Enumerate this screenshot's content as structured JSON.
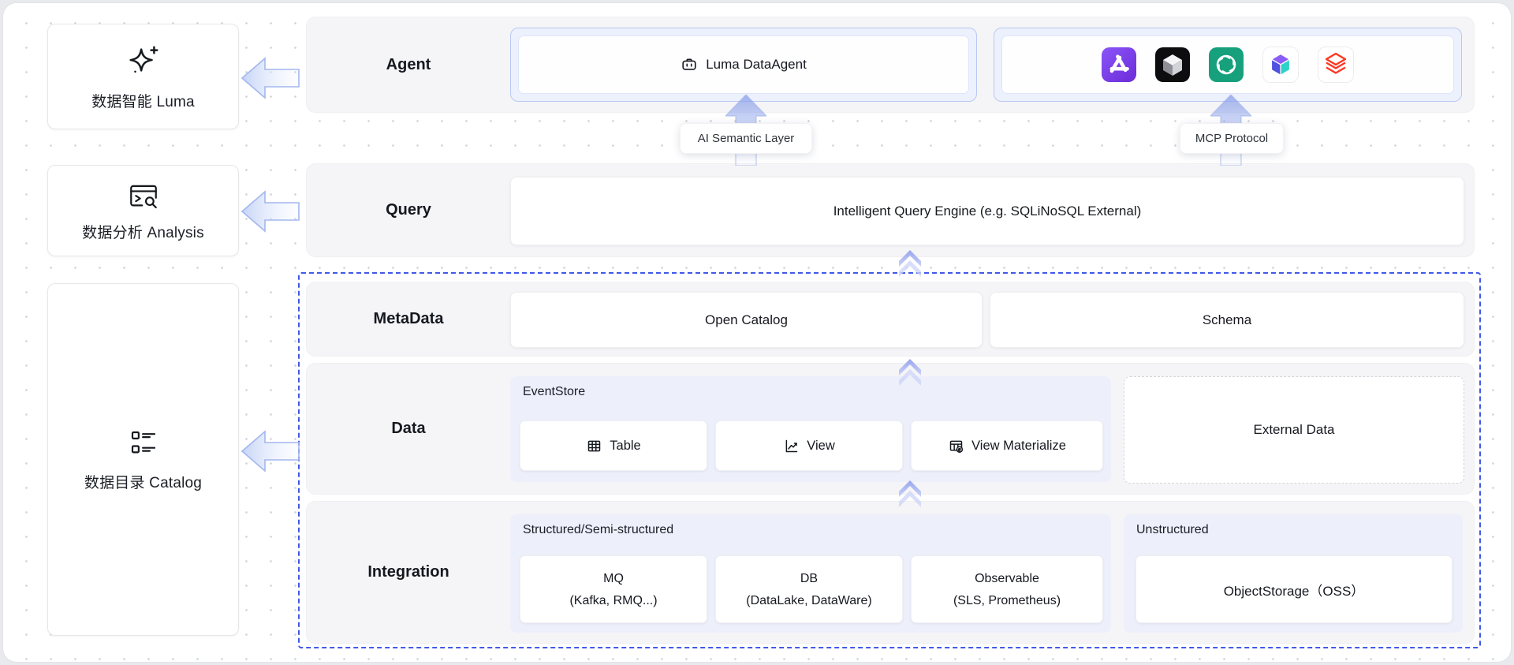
{
  "diagram": {
    "sidebar": {
      "cards": [
        {
          "label": "数据智能 Luma",
          "icon": "sparkles-icon"
        },
        {
          "label": "数据分析 Analysis",
          "icon": "window-search-icon"
        },
        {
          "label": "数据目录 Catalog",
          "icon": "catalog-list-icon"
        }
      ]
    },
    "rows": {
      "agent": {
        "label": "Agent",
        "agent_box": {
          "label": "Luma DataAgent",
          "icon": "robot-icon"
        },
        "logos": [
          {
            "name": "purple-triad-logo",
            "bg": "#7c43f2"
          },
          {
            "name": "black-cube-logo",
            "bg": "#0d0d10"
          },
          {
            "name": "openai-logo",
            "bg": "#16a07c"
          },
          {
            "name": "gradient-cube-logo",
            "bg": "#ffffff"
          },
          {
            "name": "databricks-logo",
            "bg": "#ffffff"
          }
        ]
      },
      "query": {
        "label": "Query",
        "engine": "Intelligent Query Engine (e.g. SQLiNoSQL External)"
      },
      "metadata": {
        "label": "MetaData",
        "open_catalog": "Open Catalog",
        "schema": "Schema"
      },
      "data": {
        "label": "Data",
        "eventstore": {
          "title": "EventStore",
          "items": [
            {
              "label": "Table",
              "icon": "table-grid-icon"
            },
            {
              "label": "View",
              "icon": "line-chart-icon"
            },
            {
              "label": "View Materialize",
              "icon": "materialized-table-icon"
            }
          ]
        },
        "external": "External Data"
      },
      "integration": {
        "label": "Integration",
        "structured": {
          "title": "Structured/Semi-structured",
          "items": [
            {
              "line1": "MQ",
              "line2": "(Kafka, RMQ...)"
            },
            {
              "line1": "DB",
              "line2": "(DataLake, DataWare)"
            },
            {
              "line1": "Observable",
              "line2": "(SLS, Prometheus)"
            }
          ]
        },
        "unstructured": {
          "title": "Unstructured",
          "box": "ObjectStorage（OSS）"
        }
      }
    },
    "tooltips": {
      "ai_semantic": "AI Semantic Layer",
      "mcp": "MCP Protocol"
    },
    "colors": {
      "dashed_border": "#4059e8",
      "lavender_panel": "#edf0fb",
      "agent_panel_border": "#bac8f3",
      "arrow_blue": "#a3b7ee",
      "row_bg": "#f5f5f7"
    }
  }
}
